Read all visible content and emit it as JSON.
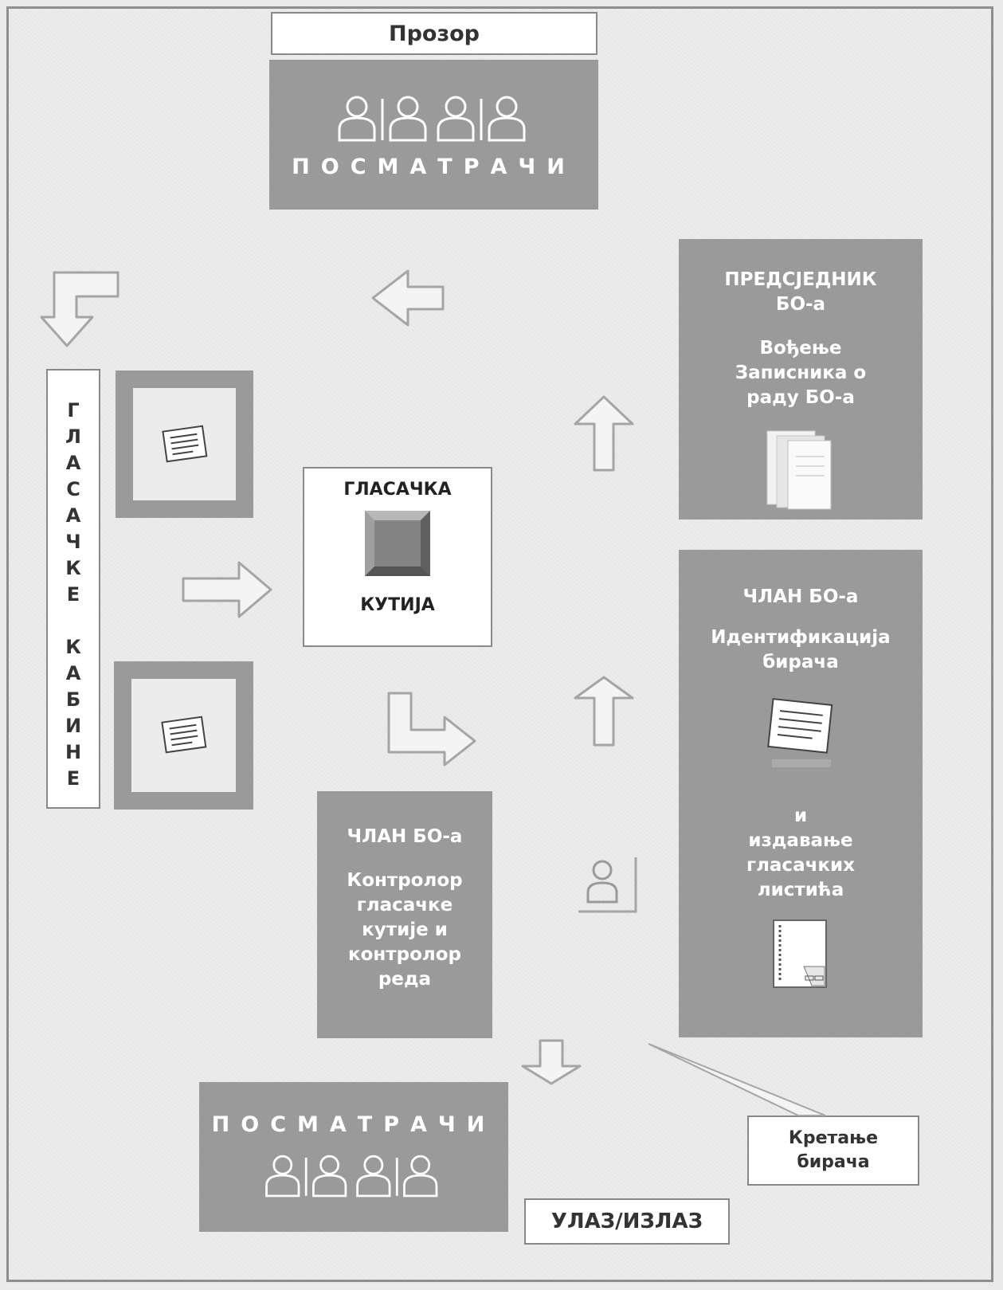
{
  "window_label": "Прозор",
  "observers_top": {
    "label": "ПОСМАТРАЧИ",
    "icon": "people-group-icon"
  },
  "observers_bottom": {
    "label": "ПОСМАТРАЧИ",
    "icon": "people-group-icon"
  },
  "president": {
    "title": "ПРЕДСЈЕДНИК БО-а",
    "subtitle": "Вођење Записника о раду БО-а",
    "icon": "documents-icon"
  },
  "member_id": {
    "title": "ЧЛАН БО-а",
    "subtitle": "Идентификација бирача",
    "conjunction": "и",
    "subtitle2": "издавање гласачких листића",
    "icons": [
      "sheet-icon",
      "notebook-icon"
    ]
  },
  "member_control": {
    "title": "ЧЛАН БО-а",
    "subtitle": "Контролор гласачке кутије и контролор реда"
  },
  "ballot_box": {
    "line1": "ГЛАСАЧКА",
    "line2": "КУТИЈА",
    "icon": "ballot-box-icon"
  },
  "booths_label": "ГЛАСАЧКЕ КАБИНЕ",
  "booth_icon": "ballot-paper-icon",
  "voter_icon": "voter-icon",
  "movement_label": "Кретање бирача",
  "entrance_label": "УЛАЗ/ИЗЛАЗ",
  "colors": {
    "box_gray": "#9a9a9a",
    "arrow_gray": "#a8a8a8",
    "text_dark": "#333333"
  }
}
